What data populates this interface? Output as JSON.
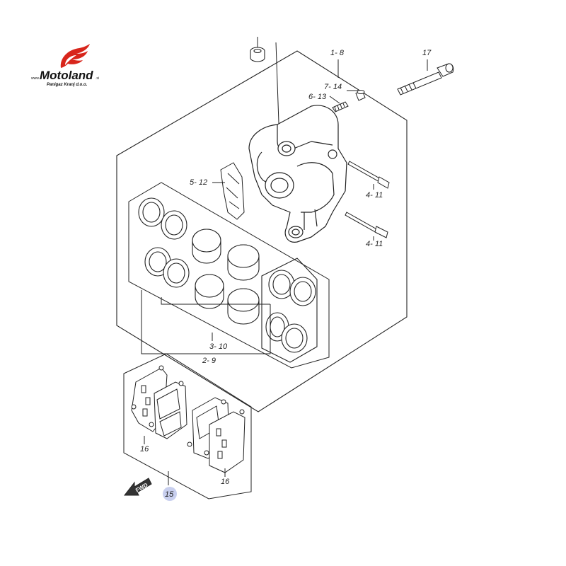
{
  "logo": {
    "prefix": "www.",
    "brand": "Motoland",
    "suffix": ".si",
    "company": "Panigaz Kranj d.o.o.",
    "accent_color": "#d8261c"
  },
  "callouts": {
    "c1_8": "1- 8",
    "c17": "17",
    "c7_14": "7- 14",
    "c6_13": "6- 13",
    "c5_12": "5- 12",
    "c4_11_top": "4- 11",
    "c4_11_bottom": "4- 11",
    "c3_10": "3- 10",
    "c2_9": "2- 9",
    "c16_left": "16",
    "c16_right": "16",
    "c15": "15"
  },
  "fwd_label": "FWD",
  "highlight_color": "#c8cfee"
}
